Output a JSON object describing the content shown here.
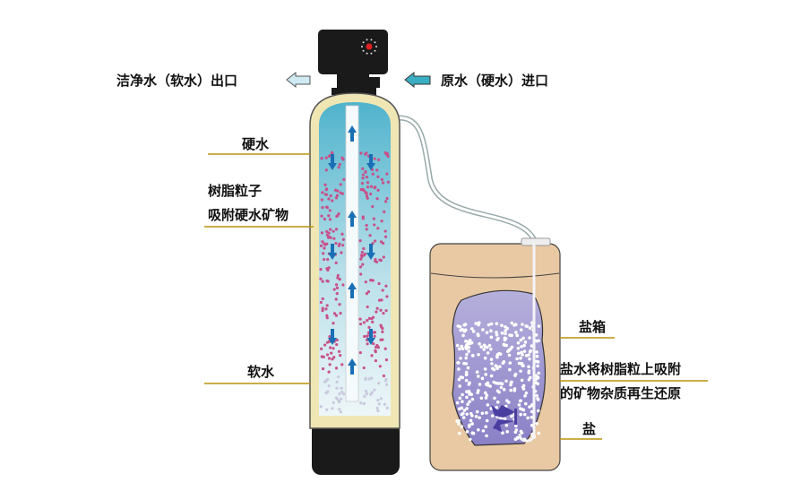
{
  "labels": {
    "outlet": "洁净水（软水）出口",
    "inlet": "原水（硬水）进口",
    "hard_water": "硬水",
    "resin_line1": "树脂粒子",
    "resin_line2": "吸附硬水矿物",
    "soft_water": "软水",
    "brine_tank": "盐箱",
    "brine_line1": "盐水将树脂粒上吸附",
    "brine_line2": "的矿物杂质再生还原",
    "salt": "盐"
  },
  "colors": {
    "tank_shell": "#efe6b4",
    "water": "#5ab8cf",
    "control_head": "#1a1a1a",
    "brine_box": "#e8c9a3",
    "salt_blob": "#9c93cf",
    "leader_line": "#b8940a",
    "resin_dot": "#c8508a",
    "flow_arrow": "#1a6fb5"
  }
}
